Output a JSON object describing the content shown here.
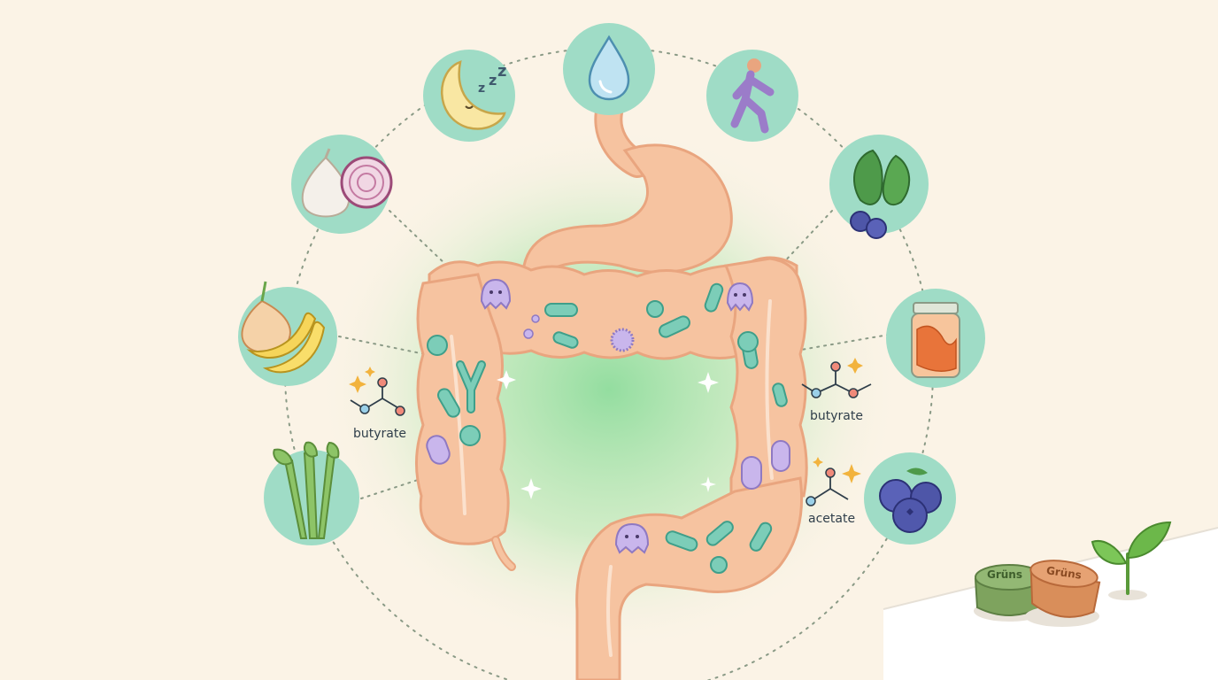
{
  "compounds": {
    "left": "butyrate",
    "right_top": "butyrate",
    "right_bottom": "acetate"
  },
  "products": {
    "green_gummy": "Grüns",
    "orange_gummy": "Grüns"
  },
  "colors": {
    "background": "#fbf3e6",
    "icon_circle": "#9fdcc6",
    "gut": "#f6c3a0",
    "glow": "#8edc9c",
    "microbe_teal": "#7ccdb8",
    "microbe_purple": "#c9b6ec"
  }
}
